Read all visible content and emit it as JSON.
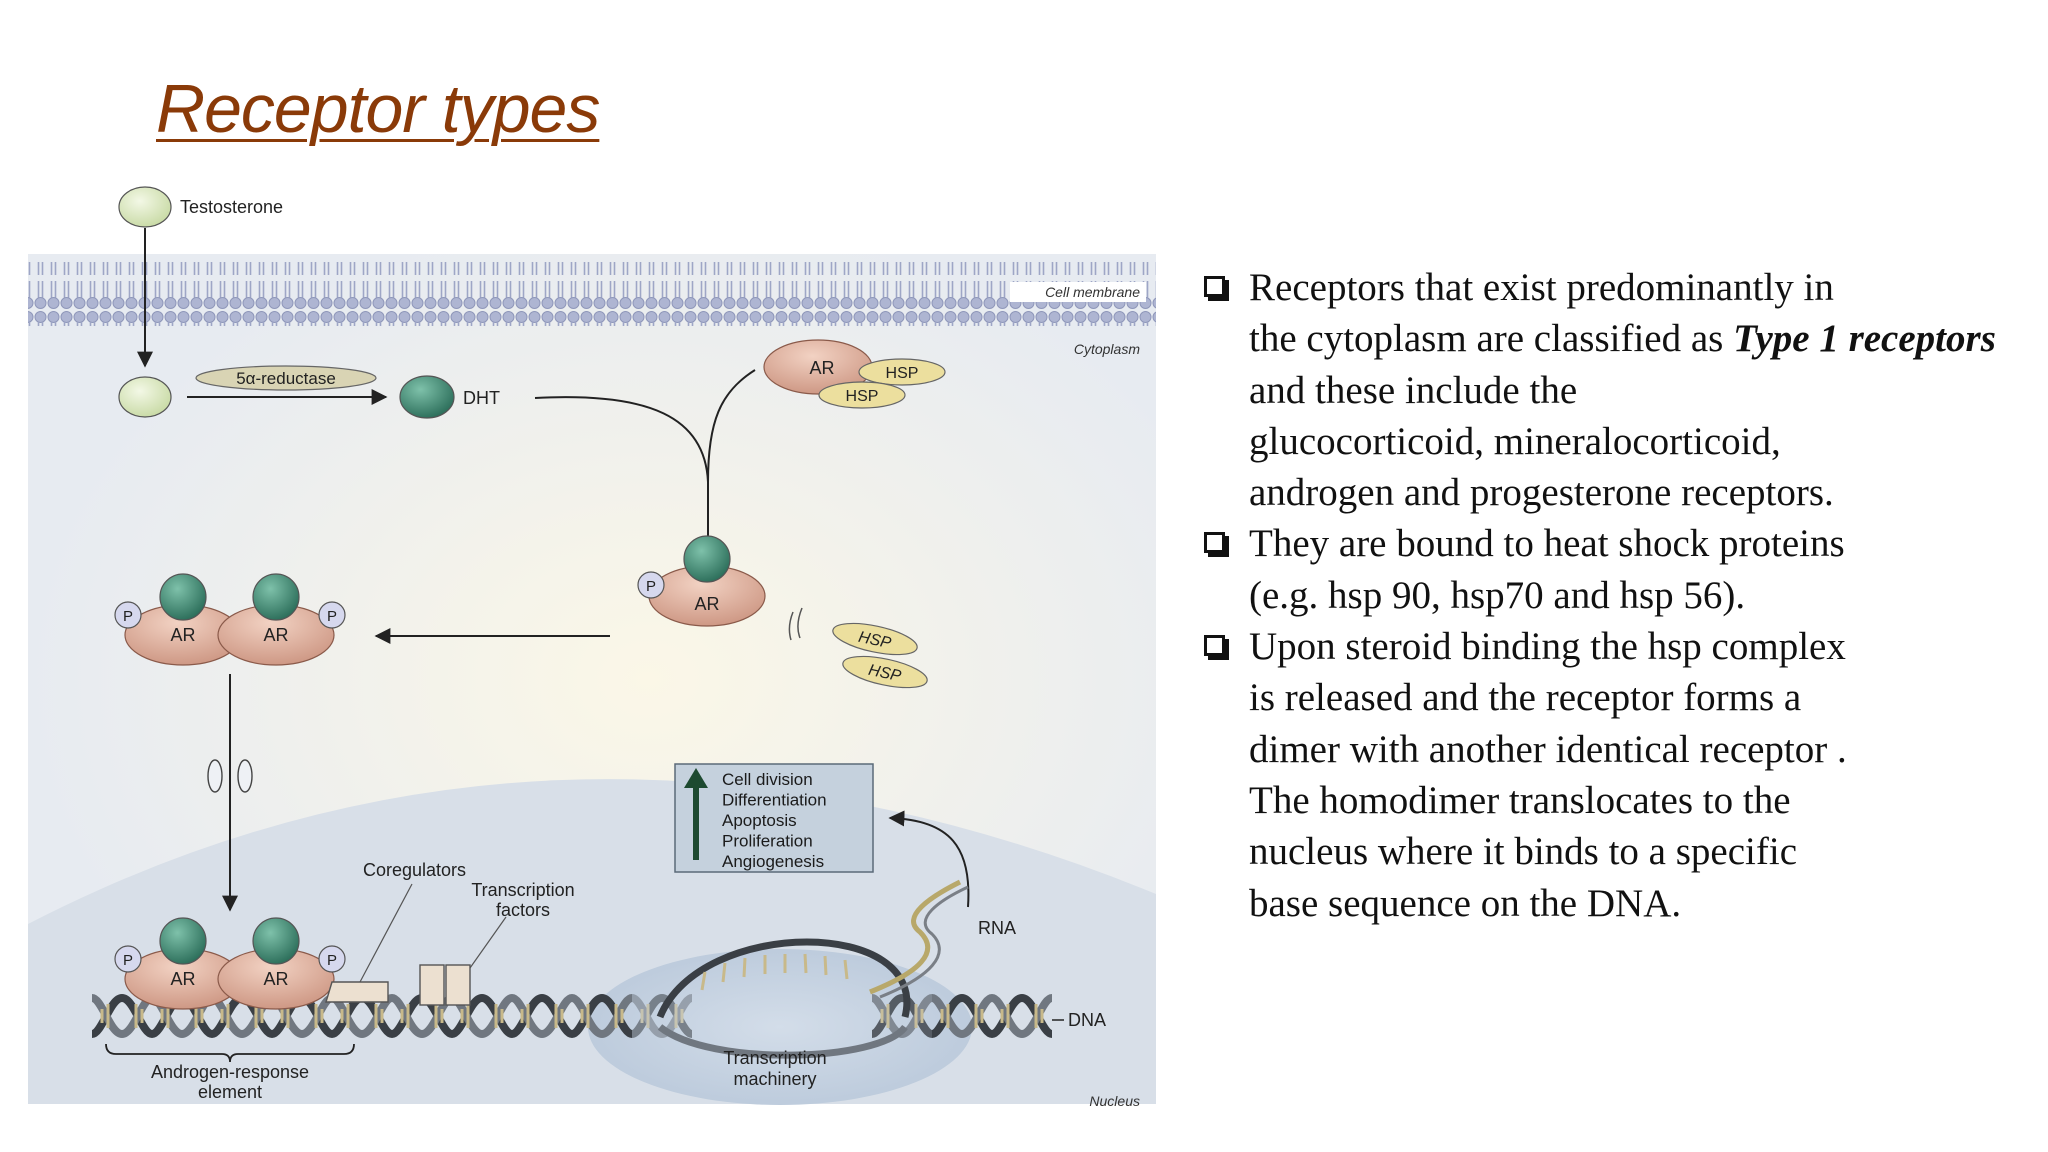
{
  "slide": {
    "title": "Receptor types"
  },
  "diagram": {
    "labels": {
      "testosterone": "Testosterone",
      "cell_membrane": "Cell membrane",
      "cytoplasm": "Cytoplasm",
      "reductase": "5α-reductase",
      "dht": "DHT",
      "ar": "AR",
      "hsp": "HSP",
      "p": "P",
      "coregulators": "Coregulators",
      "transcription_factors_line1": "Transcription",
      "transcription_factors_line2": "factors",
      "rna": "RNA",
      "dna": "DNA",
      "are_line1": "Androgen-response",
      "are_line2": "element",
      "machinery_line1": "Transcription",
      "machinery_line2": "machinery",
      "nucleus": "Nucleus"
    },
    "outcomes": [
      "Cell division",
      "Differentiation",
      "Apoptosis",
      "Proliferation",
      "Angiogenesis"
    ],
    "colors": {
      "ar": "#d9a591",
      "ligand": "#3e8a72",
      "hsp": "#ecdf9e",
      "membrane": "#aeb5d2",
      "testosterone": "#dce9c0",
      "phosphate": "#d6d8ee"
    }
  },
  "bullets": [
    {
      "icon": "checkbox-square-icon",
      "lines": [
        "Receptors that exist predominantly in",
        "the cytoplasm are classified as ",
        "Type 1 receptors",
        " and these include the",
        "glucocorticoid, mineralocorticoid,",
        "androgen and progesterone receptors."
      ]
    },
    {
      "icon": "checkbox-square-icon",
      "lines": [
        "They are bound to heat shock proteins",
        "(e.g. hsp 90, hsp70 and hsp 56)."
      ]
    },
    {
      "icon": "checkbox-square-icon",
      "lines": [
        " Upon steroid binding the hsp complex",
        "is released and the receptor forms a",
        "dimer with another identical receptor .",
        "The homodimer translocates to the",
        "nucleus where it binds to a specific",
        "base sequence on the DNA."
      ]
    }
  ]
}
